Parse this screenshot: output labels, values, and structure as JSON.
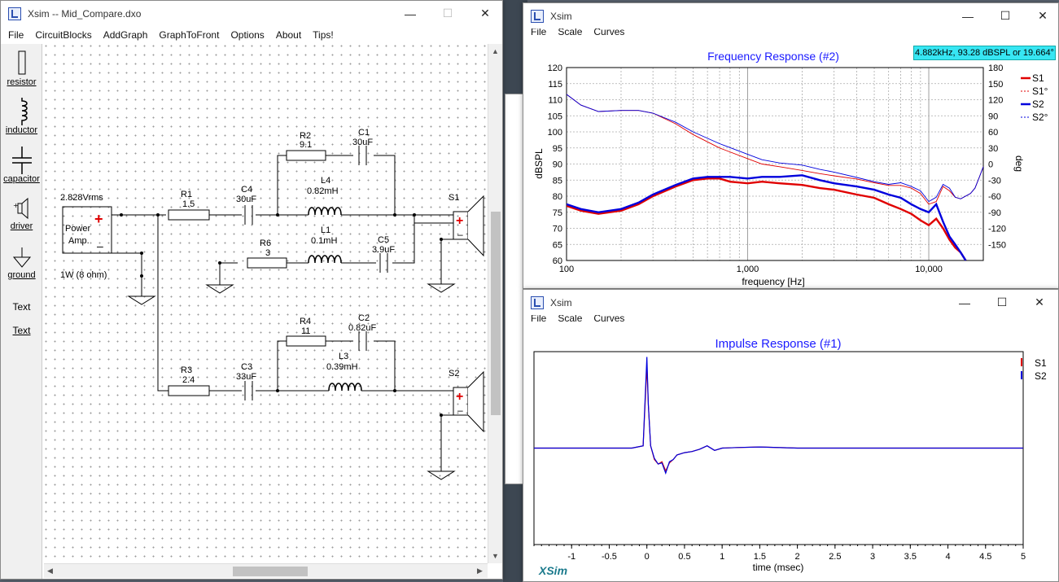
{
  "circuit_window": {
    "title": "Xsim -- Mid_Compare.dxo",
    "menu": [
      "File",
      "CircuitBlocks",
      "AddGraph",
      "GraphToFront",
      "Options",
      "About",
      "Tips!"
    ],
    "tools": [
      {
        "label": "resistor",
        "icon": "resistor-icon"
      },
      {
        "label": "inductor",
        "icon": "inductor-icon"
      },
      {
        "label": "capacitor",
        "icon": "capacitor-icon"
      },
      {
        "label": "driver",
        "icon": "driver-icon"
      },
      {
        "label": "ground",
        "icon": "ground-icon"
      },
      {
        "label": "Text",
        "icon": "text-tool"
      },
      {
        "label": "Text",
        "icon": "text-tool-underlined"
      }
    ],
    "amp": {
      "voltage": "2.828Vrms",
      "label_line1": "Power",
      "label_line2": "Amp.",
      "power": "1W (8 ohm)"
    },
    "components": {
      "R1": {
        "name": "R1",
        "value": "1.5"
      },
      "C4": {
        "name": "C4",
        "value": "30uF"
      },
      "R2": {
        "name": "R2",
        "value": "9.1"
      },
      "C1": {
        "name": "C1",
        "value": "30uF"
      },
      "L4": {
        "name": "L4",
        "value": "0.82mH"
      },
      "R6": {
        "name": "R6",
        "value": "3"
      },
      "L1": {
        "name": "L1",
        "value": "0.1mH"
      },
      "C5": {
        "name": "C5",
        "value": "3.9uF"
      },
      "R3": {
        "name": "R3",
        "value": "2.4"
      },
      "C3": {
        "name": "C3",
        "value": "33uF"
      },
      "R4": {
        "name": "R4",
        "value": "11"
      },
      "C2": {
        "name": "C2",
        "value": "0.82uF"
      },
      "L3": {
        "name": "L3",
        "value": "0.39mH"
      },
      "S1": {
        "name": "S1"
      },
      "S2": {
        "name": "S2"
      }
    }
  },
  "freq_window": {
    "title": "Xsim",
    "menu": [
      "File",
      "Scale",
      "Curves"
    ],
    "readout": "4.882kHz, 93.28 dBSPL or 19.664°"
  },
  "impulse_window": {
    "title": "Xsim",
    "menu": [
      "File",
      "Scale",
      "Curves"
    ],
    "logo": "XSim"
  },
  "colors": {
    "s1": "#e00000",
    "s2": "#0000dd",
    "title_blue": "#1a1aff"
  },
  "chart_data": [
    {
      "type": "line",
      "title": "Frequency Response (#2)",
      "xlabel": "frequency [Hz]",
      "ylabel": "dBSPL",
      "y2label": "deg",
      "xscale": "log",
      "xlim": [
        100,
        20000
      ],
      "ylim": [
        60,
        120
      ],
      "y2lim": [
        -180,
        180
      ],
      "xticks": [
        "100",
        "1,000",
        "10,000"
      ],
      "yticks": [
        60,
        65,
        70,
        75,
        80,
        85,
        90,
        95,
        100,
        105,
        110,
        115,
        120
      ],
      "y2ticks": [
        -150,
        -120,
        -90,
        -60,
        -30,
        0,
        30,
        60,
        90,
        120,
        150,
        180
      ],
      "grid": true,
      "legend_position": "top-right",
      "series": [
        {
          "name": "S1",
          "axis": "spl",
          "color": "#e00000",
          "x": [
            100,
            120,
            150,
            200,
            250,
            300,
            400,
            500,
            600,
            700,
            800,
            1000,
            1200,
            1500,
            2000,
            2500,
            3000,
            4000,
            5000,
            6000,
            7000,
            8000,
            9000,
            10000,
            11000,
            12000,
            13000,
            14000,
            15000,
            16000
          ],
          "y": [
            77,
            75.5,
            74.5,
            75.5,
            77.5,
            80,
            83,
            85,
            85.5,
            85.5,
            84.5,
            84,
            84.5,
            84,
            83.5,
            82.5,
            82,
            80.5,
            79.5,
            77.5,
            76,
            74.5,
            72.5,
            71,
            73,
            70,
            66.5,
            64,
            62.5,
            60
          ]
        },
        {
          "name": "S1°",
          "axis": "phase",
          "color": "#e00000",
          "x": [
            100,
            120,
            150,
            200,
            250,
            300,
            400,
            500,
            700,
            1000,
            1200,
            1500,
            2000,
            2500,
            3000,
            4000,
            5000,
            6000,
            7000,
            8000,
            9000,
            10000,
            11000,
            12000,
            13000,
            14000,
            15000,
            17000,
            18000,
            19000,
            20000
          ],
          "y": [
            130,
            110,
            98,
            100,
            100,
            95,
            75,
            55,
            30,
            10,
            0,
            -5,
            -12,
            -18,
            -22,
            -28,
            -35,
            -40,
            -40,
            -45,
            -55,
            -75,
            -70,
            -42,
            -50,
            -62,
            -65,
            -55,
            -45,
            -25,
            -5
          ]
        },
        {
          "name": "S2",
          "axis": "spl",
          "color": "#0000dd",
          "x": [
            100,
            120,
            150,
            200,
            250,
            300,
            400,
            500,
            600,
            700,
            800,
            1000,
            1200,
            1500,
            2000,
            2500,
            3000,
            4000,
            5000,
            6000,
            7000,
            8000,
            9000,
            10000,
            11000,
            12000,
            13000,
            14000,
            15000,
            16000
          ],
          "y": [
            77.5,
            76,
            75,
            76,
            78,
            80.5,
            83.5,
            85.5,
            86,
            86,
            86,
            85.5,
            86,
            86,
            86.5,
            85,
            84,
            83,
            82,
            80.5,
            79.5,
            77.5,
            76,
            75,
            77.5,
            72,
            67.5,
            65,
            62.5,
            60
          ]
        },
        {
          "name": "S2°",
          "axis": "phase",
          "color": "#0000dd",
          "x": [
            100,
            120,
            150,
            200,
            250,
            300,
            400,
            500,
            700,
            1000,
            1200,
            1500,
            2000,
            2500,
            3000,
            4000,
            5000,
            6000,
            7000,
            8000,
            9000,
            10000,
            11000,
            12000,
            13000,
            14000,
            15000,
            17000,
            18000,
            19000,
            20000
          ],
          "y": [
            130,
            110,
            98,
            100,
            100,
            95,
            78,
            60,
            38,
            18,
            8,
            2,
            -2,
            -10,
            -15,
            -25,
            -33,
            -38,
            -35,
            -42,
            -50,
            -70,
            -62,
            -38,
            -45,
            -62,
            -65,
            -55,
            -45,
            -25,
            -5
          ]
        }
      ]
    },
    {
      "type": "line",
      "title": "Impulse Response (#1)",
      "xlabel": "time (msec)",
      "xlim": [
        -1.5,
        5
      ],
      "ylim": [
        -1,
        1
      ],
      "xticks": [
        -1,
        -0.5,
        0,
        0.5,
        1,
        1.5,
        2,
        2.5,
        3,
        3.5,
        4,
        4.5,
        5
      ],
      "legend_position": "right",
      "series": [
        {
          "name": "S1",
          "color": "#e00000",
          "x": [
            -1.5,
            -0.2,
            -0.05,
            0,
            0.02,
            0.05,
            0.1,
            0.15,
            0.2,
            0.25,
            0.3,
            0.35,
            0.4,
            0.5,
            0.6,
            0.7,
            0.8,
            0.9,
            1,
            1.2,
            1.5,
            2,
            2.5,
            3,
            4,
            5
          ],
          "y": [
            0,
            0,
            0.02,
            0.72,
            0.38,
            0.02,
            -0.1,
            -0.14,
            -0.12,
            -0.2,
            -0.13,
            -0.1,
            -0.06,
            -0.04,
            -0.03,
            -0.01,
            0.02,
            -0.02,
            0,
            0.005,
            0.01,
            0,
            0,
            0,
            0,
            0
          ]
        },
        {
          "name": "S2",
          "color": "#0000dd",
          "x": [
            -1.5,
            -0.2,
            -0.05,
            0,
            0.02,
            0.05,
            0.1,
            0.15,
            0.2,
            0.25,
            0.3,
            0.35,
            0.4,
            0.5,
            0.6,
            0.7,
            0.8,
            0.9,
            1,
            1.2,
            1.5,
            2,
            2.5,
            3,
            4,
            5
          ],
          "y": [
            0,
            0,
            0.02,
            0.8,
            0.38,
            0.02,
            -0.09,
            -0.14,
            -0.13,
            -0.22,
            -0.12,
            -0.1,
            -0.06,
            -0.04,
            -0.03,
            -0.01,
            0.02,
            -0.02,
            0,
            0.005,
            0.01,
            0,
            0,
            0,
            0,
            0
          ]
        }
      ]
    }
  ]
}
